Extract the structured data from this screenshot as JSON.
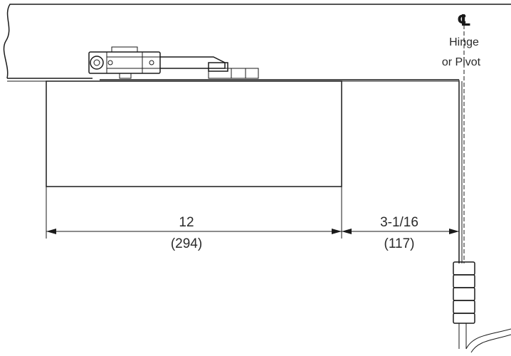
{
  "centerline_symbol": "℄",
  "centerline_note_line1": "Hinge",
  "centerline_note_line2": "or Pivot",
  "dim_closer_length": "12",
  "dim_closer_length_mm": "(294)",
  "dim_offset_to_hinge": "3-1/16",
  "dim_offset_to_hinge_mm": "(117)",
  "colors": {
    "line": "#1a1a1a",
    "background": "#ffffff"
  },
  "icons": [
    "door-closer-arm",
    "hinge-knuckle",
    "centerline-symbol",
    "dimension-arrow"
  ]
}
